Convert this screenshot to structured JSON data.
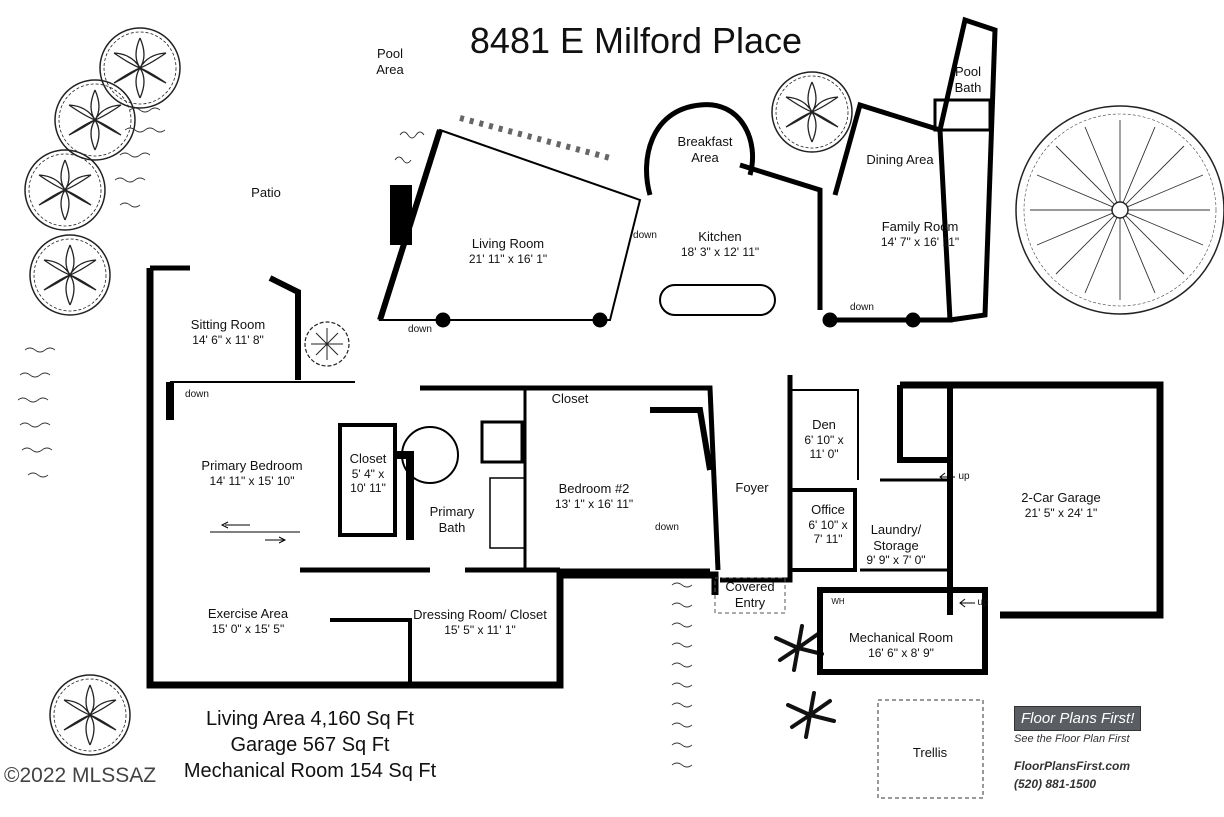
{
  "title": "8481 E Milford Place",
  "rooms": [
    {
      "id": "pool-area",
      "name": "Pool Area",
      "dim": ""
    },
    {
      "id": "patio",
      "name": "Patio",
      "dim": ""
    },
    {
      "id": "pool-bath",
      "name": "Pool Bath",
      "dim": ""
    },
    {
      "id": "breakfast-area",
      "name": "Breakfast Area",
      "dim": ""
    },
    {
      "id": "dining-area",
      "name": "Dining Area",
      "dim": ""
    },
    {
      "id": "living-room",
      "name": "Living Room",
      "dim": "21' 11\" x 16' 1\""
    },
    {
      "id": "kitchen",
      "name": "Kitchen",
      "dim": "18' 3\" x 12' 11\""
    },
    {
      "id": "family-room",
      "name": "Family Room",
      "dim": "14' 7\" x 16' 11\""
    },
    {
      "id": "sitting-room",
      "name": "Sitting Room",
      "dim": "14' 6\" x 11' 8\""
    },
    {
      "id": "closet-top",
      "name": "Closet",
      "dim": ""
    },
    {
      "id": "closet-small",
      "name": "Closet",
      "dim": "5' 4\" x 10' 11\""
    },
    {
      "id": "primary-bedroom",
      "name": "Primary Bedroom",
      "dim": "14' 11\" x 15' 10\""
    },
    {
      "id": "primary-bath",
      "name": "Primary Bath",
      "dim": ""
    },
    {
      "id": "bedroom-2",
      "name": "Bedroom #2",
      "dim": "13' 1\" x 16' 11\""
    },
    {
      "id": "foyer",
      "name": "Foyer",
      "dim": ""
    },
    {
      "id": "den",
      "name": "Den",
      "dim": "6' 10\" x 11' 0\""
    },
    {
      "id": "office",
      "name": "Office",
      "dim": "6' 10\" x 7' 11\""
    },
    {
      "id": "laundry",
      "name": "Laundry/ Storage",
      "dim": "9' 9\" x 7' 0\""
    },
    {
      "id": "garage",
      "name": "2-Car Garage",
      "dim": "21' 5\" x 24' 1\""
    },
    {
      "id": "covered-entry",
      "name": "Covered Entry",
      "dim": ""
    },
    {
      "id": "exercise-area",
      "name": "Exercise Area",
      "dim": "15' 0\" x 15' 5\""
    },
    {
      "id": "dressing-room",
      "name": "Dressing Room/ Closet",
      "dim": "15' 5\" x 11' 1\""
    },
    {
      "id": "mechanical-room",
      "name": "Mechanical Room",
      "dim": "16' 6\" x 8' 9\""
    },
    {
      "id": "trellis",
      "name": "Trellis",
      "dim": ""
    }
  ],
  "annotations": {
    "down": "down",
    "up": "up",
    "wh": "WH"
  },
  "stats": {
    "living": "Living Area 4,160 Sq Ft",
    "garage": "Garage 567 Sq Ft",
    "mechanical": "Mechanical Room 154 Sq Ft"
  },
  "copyright": "©2022 MLSSAZ",
  "brand": {
    "name": "Floor Plans First!",
    "tagline": "See the Floor Plan First",
    "website": "FloorPlansFirst.com",
    "phone": "(520) 881-1500"
  }
}
